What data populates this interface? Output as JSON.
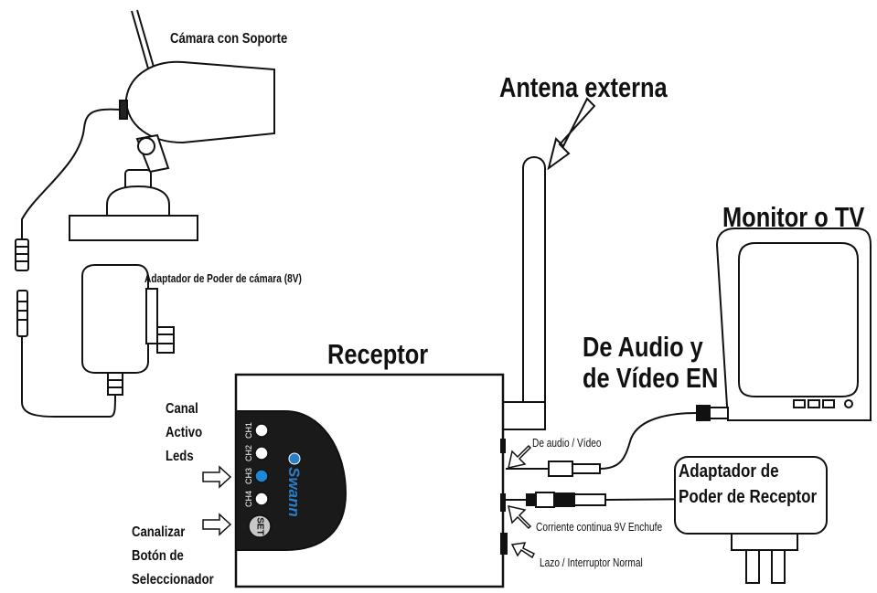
{
  "labels": {
    "camera": "Cámara con Soporte",
    "camera_adapter": "Adaptador de Poder de cámara (8V)",
    "antenna": "Antena externa",
    "monitor": "Monitor o TV",
    "receiver": "Receptor",
    "av_in_line1": "De Audio y",
    "av_in_line2": "de Vídeo EN",
    "av_out_port": "De audio / Vídeo",
    "dc_port": "Corriente continua 9V Enchufe",
    "loop_switch": "Lazo / Interruptor Normal",
    "receiver_adapter_line1": "Adaptador de",
    "receiver_adapter_line2": "Poder de Receptor",
    "channel_leds_line1": "Canal",
    "channel_leds_line2": "Activo",
    "channel_leds_line3": "Leds",
    "channel_button_line1": "Canalizar",
    "channel_button_line2": "Botón de",
    "channel_button_line3": "Seleccionador"
  },
  "panel": {
    "brand": "Swann",
    "channels": [
      "CH1",
      "CH2",
      "CH3",
      "CH4"
    ],
    "active_channel": "CH3",
    "set_button": "SET"
  },
  "colors": {
    "outline": "#111111",
    "panel_fill": "#1a1a1a",
    "active_led": "#1e88d8",
    "brand": "#2a7fc8"
  }
}
